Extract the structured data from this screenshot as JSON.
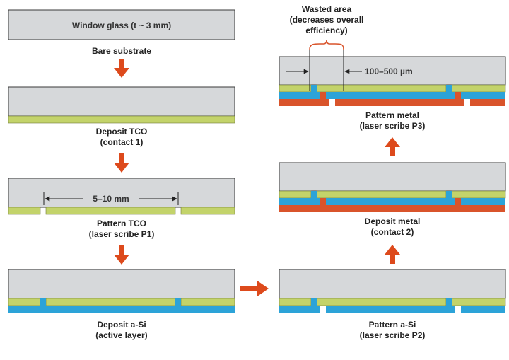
{
  "colors": {
    "glass": "#d6d8da",
    "glass_stroke": "#3a3a3a",
    "tco": "#c3d36a",
    "asi": "#2ca3d8",
    "metal": "#d9542b",
    "arrow": "#dd4a1c",
    "bracket": "#d9542b",
    "text": "#222222"
  },
  "steps": {
    "window_glass_label": "Window glass (t ~ 3 mm)",
    "bare_substrate": "Bare substrate",
    "deposit_tco": [
      "Deposit TCO",
      "(contact 1)"
    ],
    "pattern_tco": [
      "Pattern TCO",
      "(laser scribe P1)"
    ],
    "deposit_asi": [
      "Deposit a-Si",
      "(active layer)"
    ],
    "pattern_asi": [
      "Pattern a-Si",
      "(laser scribe P2)"
    ],
    "deposit_metal": [
      "Deposit metal",
      "(contact 2)"
    ],
    "pattern_metal": [
      "Pattern metal",
      "(laser scribe P3)"
    ]
  },
  "annotations": {
    "tco_spacing": "5–10 mm",
    "wasted_area": [
      "Wasted area",
      "(decreases overall",
      "efficiency)"
    ],
    "dead_zone_width": "100–500 µm"
  },
  "icons": {
    "arrow_down": "arrow-down-icon",
    "arrow_up": "arrow-up-icon",
    "arrow_right": "arrow-right-icon"
  }
}
